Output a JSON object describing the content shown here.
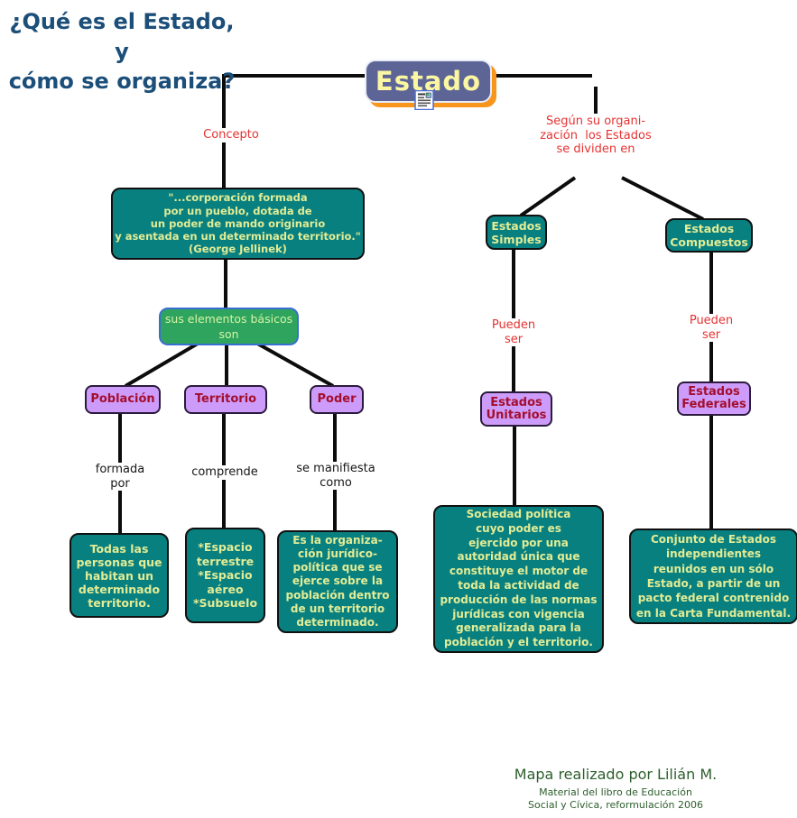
{
  "page": {
    "title": "¿Qué es el Estado, y\ncómo se organiza?"
  },
  "root": {
    "label": "Estado",
    "icon": "document-icon"
  },
  "left": {
    "link_label": "Concepto",
    "definition": "\"...corporación formada\npor un pueblo, dotada de\nun poder de mando originario\ny asentada en un determinado territorio.\"\n(George Jellinek)",
    "elements_label": "sus elementos básicos\nson",
    "elements": [
      {
        "name": "Población",
        "link": "formada\npor",
        "description": "Todas las\npersonas que\nhabitan un\ndeterminado\nterritorio."
      },
      {
        "name": "Territorio",
        "link": "comprende",
        "description": "*Espacio\nterrestre\n*Espacio\naéreo\n*Subsuelo"
      },
      {
        "name": "Poder",
        "link": "se manifiesta\ncomo",
        "description": "Es la organiza-\nción jurídico-\npolítica que se\nejerce sobre la\npoblación dentro\nde un territorio\ndeterminado."
      }
    ]
  },
  "right": {
    "link_label": "Según su organi-\nzación  los Estados\nse dividen en",
    "types": [
      {
        "name": "Estados\nSimples",
        "link": "Pueden ser",
        "subtype": "Estados\nUnitarios",
        "description": "Sociedad política\ncuyo poder es\nejercido por una\nautoridad única que\nconstituye el motor de\ntoda la actividad de\nproducción de las normas\njurídicas con vigencia\ngeneralizada para la\npoblación y el territorio."
      },
      {
        "name": "Estados\nCompuestos",
        "link": "Pueden ser",
        "subtype": "Estados\nFederales",
        "description": "Conjunto de Estados\nindependientes\nreunidos en un sólo\nEstado, a partir de un\npacto federal contrenido\nen la Carta Fundamental."
      }
    ]
  },
  "footer": {
    "credit": "Mapa realizado por Lilián M.",
    "source": "Material del libro de Educación\nSocial y Cívica, reformulación 2006"
  },
  "colors": {
    "title_blue": "#1b4e79",
    "node_slate": "#5d6596",
    "node_shadow_orange": "#f7951d",
    "node_text_yellow": "#faf6a2",
    "teal_fill": "#088080",
    "teal_text": "#e2ec95",
    "green_fill": "#2fa45f",
    "green_border_blue": "#3a6fd0",
    "purple_fill": "#cd9cfa",
    "purple_text_darkred": "#a40e2d",
    "link_red": "#e63232",
    "footer_green": "#2d5e2d",
    "line_black": "#0c0c0c"
  }
}
